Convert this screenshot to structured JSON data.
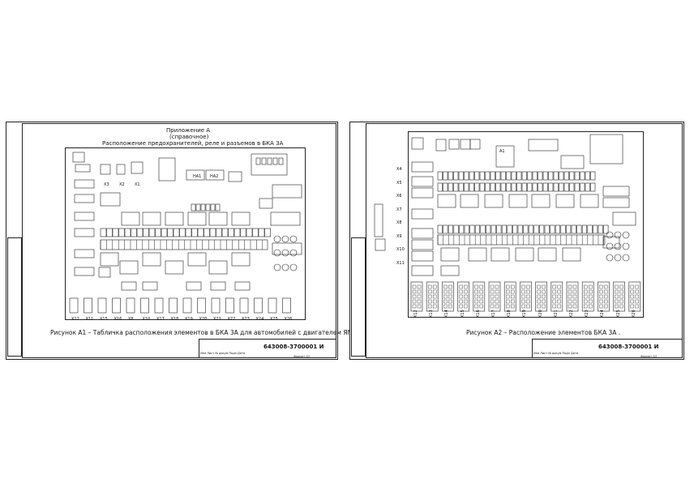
{
  "sheet_a": {
    "appendix": "Приложение А",
    "appendix_note": "(справочное)",
    "title": "Расположение предохранителей, реле и разъемов в БКА 3А",
    "caption": "Рисунок  А1 – Табличка расположения элементов в БКА 3А для автомобилей с двигателем ЯМЗ.",
    "doc_number": "643008-3700001 И",
    "sheet_label": "Формат А3",
    "stamp_text": "Изм Лист  № докум  Подп  Дата",
    "relay_labels": [
      "НА1",
      "НА2"
    ],
    "connectors_top": [
      "Х3",
      "Х2",
      "Х1"
    ],
    "connectors_bottom": [
      "Х12",
      "Х11",
      "Х15",
      "Х16",
      "Х8",
      "Х10",
      "Х17",
      "Х18",
      "Х19",
      "Х20",
      "Х21",
      "Х22",
      "Х23",
      "Х24",
      "Х25",
      "Х26"
    ]
  },
  "sheet_b": {
    "caption": "Рисунок А2 – Расположение элементов БКА 3А .",
    "doc_number": "643008-3700001 И",
    "sheet_label": "Формат А3",
    "stamp_text": "Изм Лист  № докум  Подп  Дата",
    "connectors_left": [
      "Х4",
      "Х5",
      "Х6",
      "Х7",
      "Х8",
      "Х9",
      "Х10",
      "Х11"
    ],
    "connectors_bottom": [
      "Х12",
      "Х13",
      "Х14",
      "Х15",
      "Х16",
      "Х17",
      "Х18",
      "Х19",
      "Х20",
      "Х21",
      "Х22",
      "Х23",
      "Х24",
      "Х25",
      "Х26"
    ],
    "relay_labels": [
      "А1"
    ]
  },
  "colors": {
    "ink": "#111111",
    "paper": "#ffffff"
  }
}
